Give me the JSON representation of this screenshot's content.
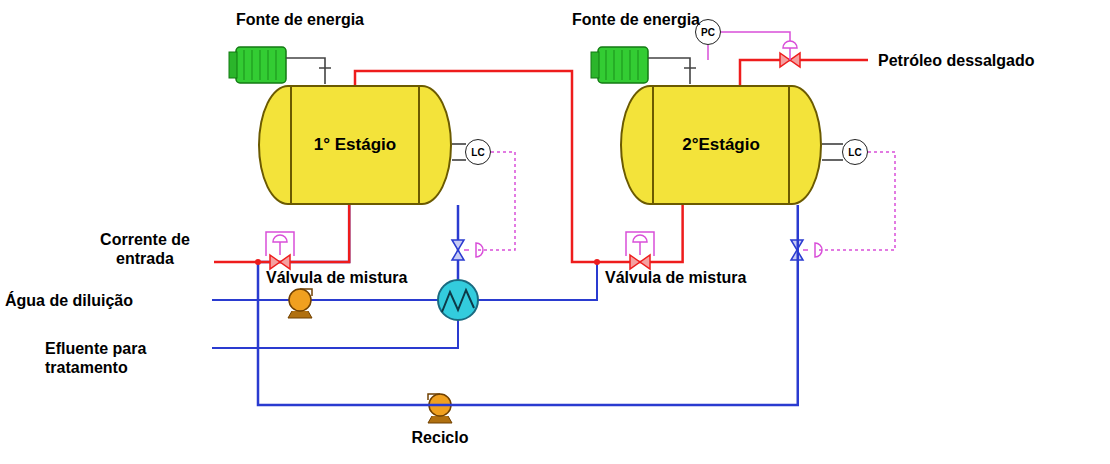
{
  "diagram": {
    "nodes": [
      {
        "text": [
          "1° Estágio"
        ]
      },
      {
        "text": [
          "LC"
        ]
      },
      {
        "text": [
          "PC"
        ]
      },
      {
        "text": [
          "2°Estágio"
        ]
      },
      {
        "text": [
          "LC"
        ]
      }
    ],
    "edges": [
      {
        "from": 0,
        "to": 3,
        "arrow": "none"
      },
      {
        "from": 3,
        "to": 0,
        "arrow": "none"
      }
    ],
    "labels": [
      "Fonte de energia",
      "Fonte de energia",
      "Petróleo dessalgado",
      "Corrente de entrada",
      "Válvula de mistura",
      "Válvula de mistura",
      "Água de diluição",
      "Efluente para tratamento",
      "Reciclo"
    ]
  }
}
